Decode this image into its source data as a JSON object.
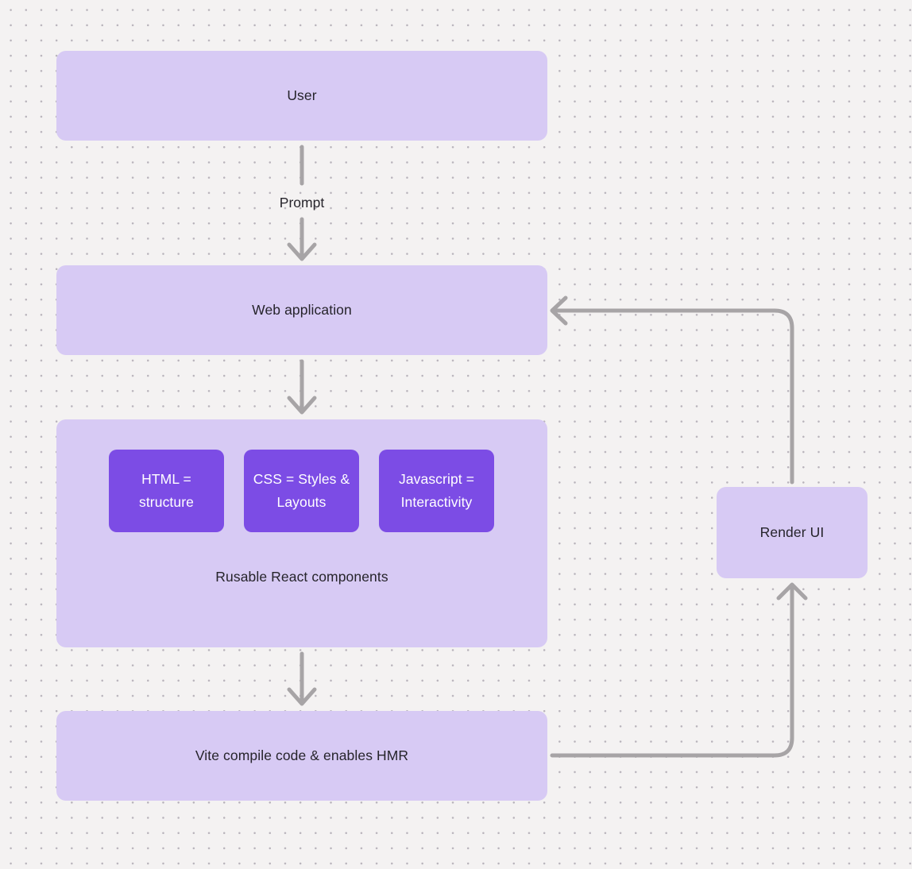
{
  "colors": {
    "bg": "#f4f2f2",
    "dot": "#b8b3bb",
    "node_fill": "#d7caf4",
    "chip_fill": "#7c4ce5",
    "connector": "#a7a4a6",
    "text_dark": "#26242b",
    "text_light": "#ffffff"
  },
  "diagram": {
    "nodes": {
      "user": {
        "label": "User"
      },
      "web_application": {
        "label": "Web application"
      },
      "components": {
        "caption": "Rusable React components",
        "children": [
          {
            "label": "HTML = structure"
          },
          {
            "label": "CSS = Styles & Layouts"
          },
          {
            "label": "Javascript = Interactivity"
          }
        ]
      },
      "vite": {
        "label": "Vite compile code & enables HMR"
      },
      "render_ui": {
        "label": "Render UI"
      }
    },
    "edge_labels": {
      "prompt": "Prompt"
    },
    "edges": [
      {
        "from": "user",
        "to": "web_application",
        "label": "Prompt"
      },
      {
        "from": "web_application",
        "to": "components",
        "label": ""
      },
      {
        "from": "components",
        "to": "vite",
        "label": ""
      },
      {
        "from": "vite",
        "to": "render_ui",
        "label": ""
      },
      {
        "from": "render_ui",
        "to": "web_application",
        "label": ""
      }
    ]
  }
}
